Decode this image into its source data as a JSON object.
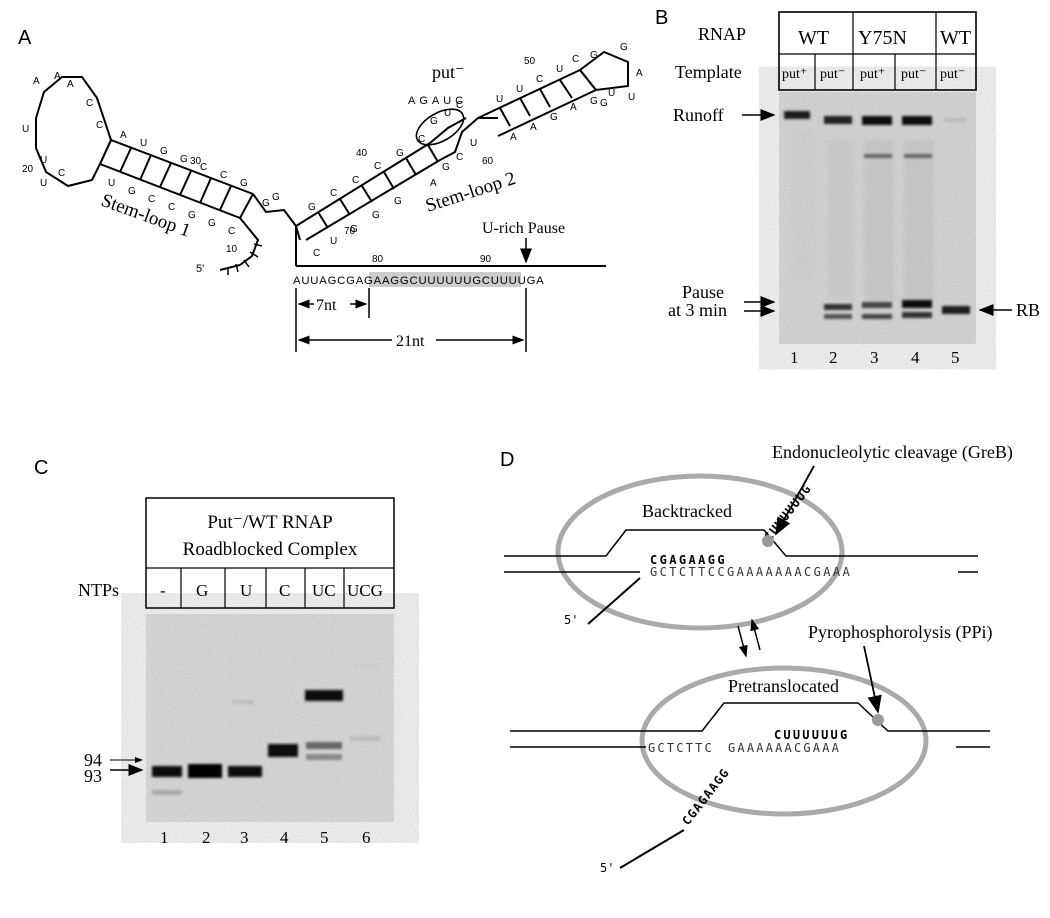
{
  "panels": {
    "a": "A",
    "b": "B",
    "c": "C",
    "d": "D"
  },
  "panel_a": {
    "loop1_bases": [
      "A",
      "A",
      "C",
      "C",
      "A",
      "U",
      "U",
      "C",
      "U",
      "G",
      "A",
      "A"
    ],
    "stem1_top": [
      "A",
      "U",
      "G",
      "G",
      "C",
      "C",
      "G"
    ],
    "stem1_bottom": [
      "U",
      "G",
      "C",
      "C",
      "G",
      "G",
      "C"
    ],
    "stem2_top": [
      "G",
      "C",
      "C",
      "C",
      "G",
      "C",
      "G",
      "G",
      "G"
    ],
    "stem2_bottom": [
      "C",
      "U",
      "G",
      "G",
      "G",
      "U",
      "A",
      "G",
      "C"
    ],
    "stem3_top": [
      "U",
      "U",
      "C",
      "U",
      "C",
      "G"
    ],
    "stem3_bottom": [
      "A",
      "A",
      "G",
      "A",
      "G",
      "U"
    ],
    "loop2_bases": [
      "G",
      "G",
      "A",
      "U",
      "G"
    ],
    "put_label": "put⁻",
    "put_seq": "AGAUC",
    "stem_loop1": "Stem-loop 1",
    "stem_loop2": "Stem-loop 2",
    "five_prime": "5'",
    "n10": "10",
    "n20": "20",
    "n30": "30",
    "n40": "40",
    "n50": "50",
    "n60": "60",
    "n70": "70",
    "n80": "80",
    "n90": "90",
    "seq_prefix": "AUUAGCG",
    "seq_highlight": "AGAAGGCUUUUUUG",
    "seq_suffix": "CUUUUGA",
    "pause_label": "U-rich Pause",
    "dist1": "7nt",
    "dist2": "21nt",
    "misc_bases": [
      "G",
      "G",
      "G",
      "U",
      "C",
      "U",
      "G",
      "U",
      "A"
    ]
  },
  "panel_b": {
    "rnap_label": "RNAP",
    "template_label": "Template",
    "rnap_groups": [
      "WT",
      "Y75N",
      "WT"
    ],
    "templates": [
      "put⁺",
      "put⁻",
      "put⁺",
      "put⁻",
      "put⁻"
    ],
    "runoff_label": "Runoff",
    "pause_label_1": "Pause",
    "pause_label_2": "at 3 min",
    "rb_label": "RB",
    "lanes": [
      "1",
      "2",
      "3",
      "4",
      "5"
    ]
  },
  "panel_c": {
    "header_1": "Put⁻/WT RNAP",
    "header_2": "Roadblocked Complex",
    "ntps_label": "NTPs",
    "conditions": [
      "-",
      "G",
      "U",
      "C",
      "UC",
      "UCG"
    ],
    "marker_94": "94",
    "marker_93": "93",
    "lanes": [
      "1",
      "2",
      "3",
      "4",
      "5",
      "6"
    ]
  },
  "panel_d": {
    "cleavage_label": "Endonucleolytic cleavage (GreB)",
    "backtracked_label": "Backtracked",
    "rna_top_bold": "CGAGAAGG",
    "rna_top_tail": "CUUUUUUG",
    "template_top": "GCTCTTCCGAAAAAAACGAAA",
    "five_prime_1": "5'",
    "pyro_label": "Pyrophosphorolysis (PPi)",
    "pretranslocated_label": "Pretranslocated",
    "rna_bottom_bold": "CUUUUUUG",
    "template_bottom": "GCTCTTC",
    "template_bottom_rest": "GAAAAAACGAAA",
    "rna_bottom_tail": "CGAGAAGG",
    "five_prime_2": "5'"
  }
}
